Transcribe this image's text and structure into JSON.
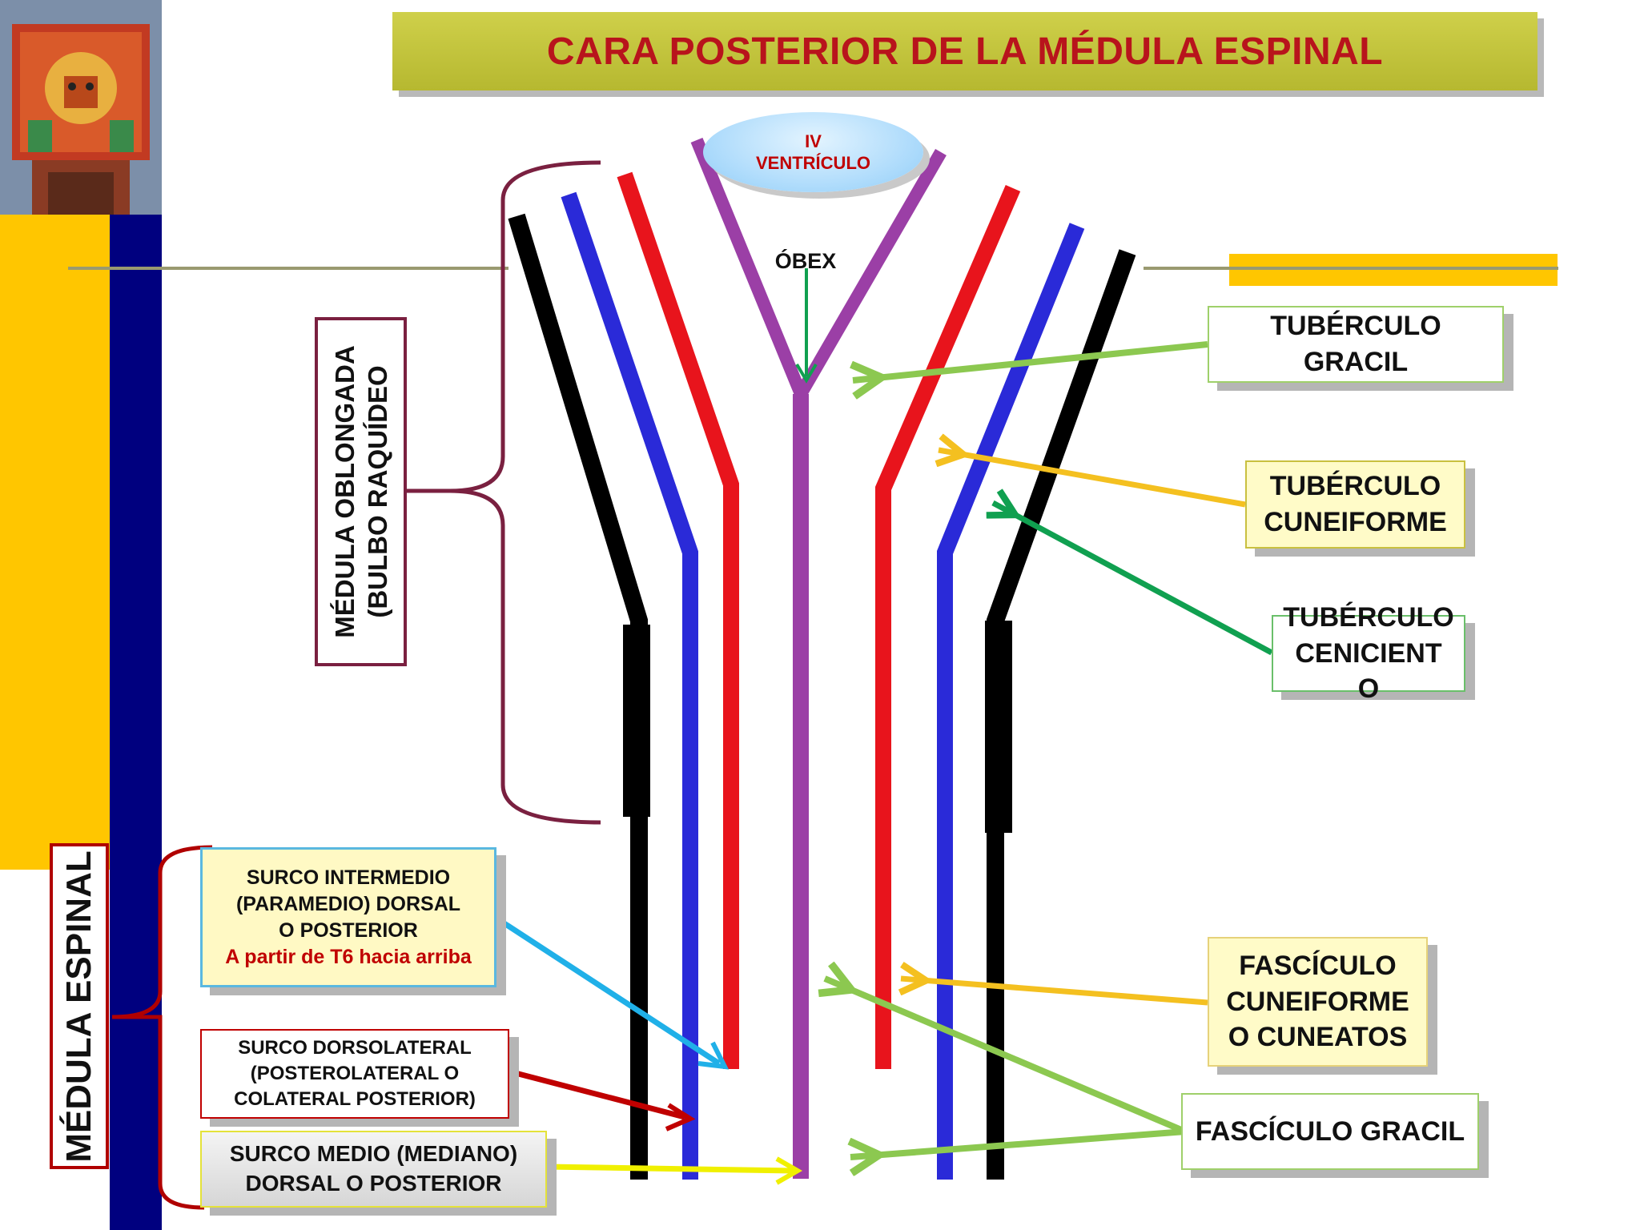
{
  "title": "CARA POSTERIOR DE LA MÉDULA ESPINAL",
  "ventricle": {
    "line1": "IV",
    "line2": "VENTRÍCULO"
  },
  "obex": "ÓBEX",
  "left_labels": {
    "oblongada": {
      "line1": "MÉDULA OBLONGADA",
      "line2": "(BULBO RAQUÍDEO"
    },
    "espinal": "MÉDULA ESPINAL",
    "intermedio": {
      "line1": "SURCO INTERMEDIO",
      "line2": "(PARAMEDIO) DORSAL",
      "line3": "O POSTERIOR",
      "note": "A partir de T6 hacia arriba"
    },
    "dorsolateral": {
      "line1": "SURCO DORSOLATERAL",
      "line2": "(POSTEROLATERAL O",
      "line3": "COLATERAL POSTERIOR)"
    },
    "medio": {
      "line1": "SURCO MEDIO (MEDIANO)",
      "line2": "DORSAL O POSTERIOR"
    }
  },
  "right_labels": {
    "gracil": {
      "line1": "TUBÉRCULO",
      "line2": "GRACIL"
    },
    "cuneiforme": {
      "line1": "TUBÉRCULO",
      "line2": "CUNEIFORME"
    },
    "ceniciento": {
      "line1": "TUBÉRCULO",
      "line2": "CENICIENT",
      "line3": "O"
    },
    "fasciculo_cuneiforme": {
      "line1": "FASCÍCULO",
      "line2": "CUNEIFORME",
      "line3": "O CUNEATOS"
    },
    "fasciculo_gracil": "FASCÍCULO GRACIL"
  },
  "colors": {
    "black_line": "#000000",
    "blue_line": "#2a2ad8",
    "red_line": "#e8141c",
    "purple_line": "#9b3fa6",
    "green_arrow": "#8cc850",
    "yellow_arrow": "#f4c020",
    "dark_green_arrow": "#10a050",
    "cyan_arrow": "#20b0e8",
    "title_text": "#b8141c"
  }
}
